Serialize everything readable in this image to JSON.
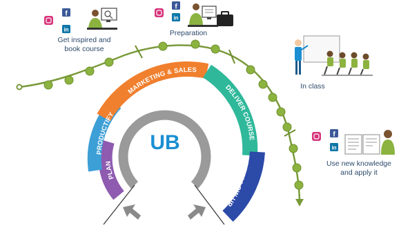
{
  "journey": {
    "steps": [
      {
        "id": "inspire",
        "label_lines": [
          "Get inspired and",
          "book course"
        ]
      },
      {
        "id": "prep",
        "label_lines": [
          "Preparation"
        ]
      },
      {
        "id": "class",
        "label_lines": [
          "In class"
        ]
      },
      {
        "id": "apply",
        "label_lines": [
          "Use new knowledge",
          "and apply it"
        ]
      }
    ],
    "social": {
      "instagram": "instagram-icon",
      "facebook": "facebook-icon",
      "linkedin": "linkedin-icon"
    },
    "colors": {
      "path": "#7a9a3a",
      "node": "#8cb33f",
      "text": "#2b4a6b"
    }
  },
  "cycle": {
    "segments": [
      {
        "label": "PLAN",
        "color": "#8e5bb0"
      },
      {
        "label": "PRODUCTIFY",
        "color": "#3c9fd6"
      },
      {
        "label": "MARKETING & SALES",
        "color": "#f07f2e"
      },
      {
        "label": "DELIVER COURSE",
        "color": "#2fb89a"
      },
      {
        "label": "FOLLOW UP",
        "color": "#2c4aa8"
      }
    ],
    "hub_logo": "UB",
    "hub_colors": {
      "ring": "#9a9a9a",
      "logo": "#1b8fd2"
    }
  }
}
